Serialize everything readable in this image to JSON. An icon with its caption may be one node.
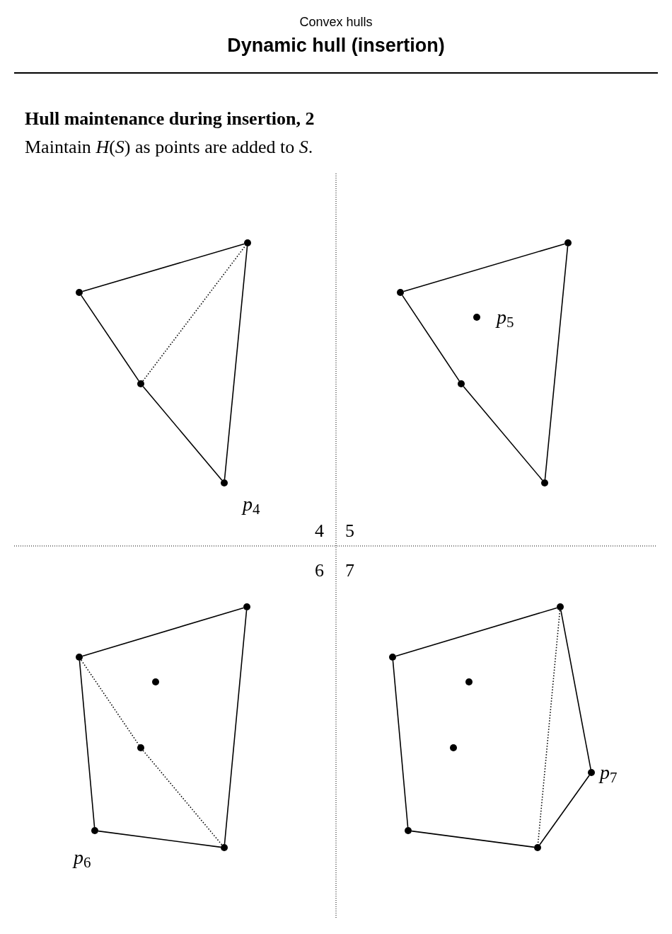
{
  "diagram": {
    "title": "Dynamic hull (insertion)",
    "nodes": [
      {
        "text": [],
        "shape": "circle"
      },
      {
        "text": [],
        "shape": "circle"
      },
      {
        "text": [],
        "shape": "circle"
      },
      {
        "text": [],
        "shape": "circle",
        "beside": [
          "*p*$_{4}$"
        ]
      },
      {
        "text": [],
        "shape": "circle"
      },
      {
        "text": [],
        "shape": "circle"
      },
      {
        "text": [],
        "shape": "circle",
        "beside": [
          "*p*$_{5}$"
        ]
      },
      {
        "text": [],
        "shape": "circle"
      },
      {
        "text": [],
        "shape": "circle"
      },
      {
        "text": [],
        "shape": "circle"
      },
      {
        "text": [],
        "shape": "circle"
      },
      {
        "text": [],
        "shape": "circle"
      },
      {
        "text": [],
        "shape": "circle"
      },
      {
        "text": [],
        "shape": "circle",
        "beside": [
          "*p*$_{6}$"
        ]
      },
      {
        "text": [],
        "shape": "circle"
      },
      {
        "text": [],
        "shape": "circle"
      },
      {
        "text": [],
        "shape": "circle"
      },
      {
        "text": [],
        "shape": "circle"
      },
      {
        "text": [],
        "shape": "circle"
      },
      {
        "text": [],
        "shape": "circle",
        "beside": [
          "*p*$_{7}$"
        ]
      },
      {
        "text": [],
        "shape": "circle"
      },
      {
        "text": [],
        "shape": "circle"
      }
    ],
    "edges": [
      {
        "from": 0,
        "to": 1,
        "arrow": "none"
      },
      {
        "from": 1,
        "to": 3,
        "arrow": "none"
      },
      {
        "from": 0,
        "to": 2,
        "arrow": "none"
      },
      {
        "from": 2,
        "to": 3,
        "arrow": "none"
      },
      {
        "from": 2,
        "to": 1,
        "arrow": "none",
        "style": "dashed"
      },
      {
        "from": 5,
        "to": 4,
        "arrow": "none"
      },
      {
        "from": 4,
        "to": 8,
        "arrow": "none"
      },
      {
        "from": 5,
        "to": 7,
        "arrow": "none"
      },
      {
        "from": 7,
        "to": 8,
        "arrow": "none"
      },
      {
        "from": 10,
        "to": 9,
        "arrow": "none"
      },
      {
        "from": 9,
        "to": 14,
        "arrow": "none"
      },
      {
        "from": 10,
        "to": 13,
        "arrow": "none"
      },
      {
        "from": 13,
        "to": 14,
        "arrow": "none"
      },
      {
        "from": 10,
        "to": 12,
        "arrow": "none",
        "style": "dashed"
      },
      {
        "from": 12,
        "to": 14,
        "arrow": "none",
        "style": "dashed"
      },
      {
        "from": 16,
        "to": 15,
        "arrow": "none"
      },
      {
        "from": 16,
        "to": 20,
        "arrow": "none"
      },
      {
        "from": 20,
        "to": 21,
        "arrow": "none"
      },
      {
        "from": 21,
        "to": 19,
        "arrow": "none"
      },
      {
        "from": 19,
        "to": 15,
        "arrow": "none"
      },
      {
        "from": 15,
        "to": 21,
        "arrow": "none",
        "style": "dashed"
      }
    ],
    "labels": [
      "Convex hulls",
      "Hull maintenance during insertion, 2",
      "Maintain *H*(*S*) as points are added to *S*.",
      "4",
      "5",
      "6",
      "7"
    ]
  }
}
